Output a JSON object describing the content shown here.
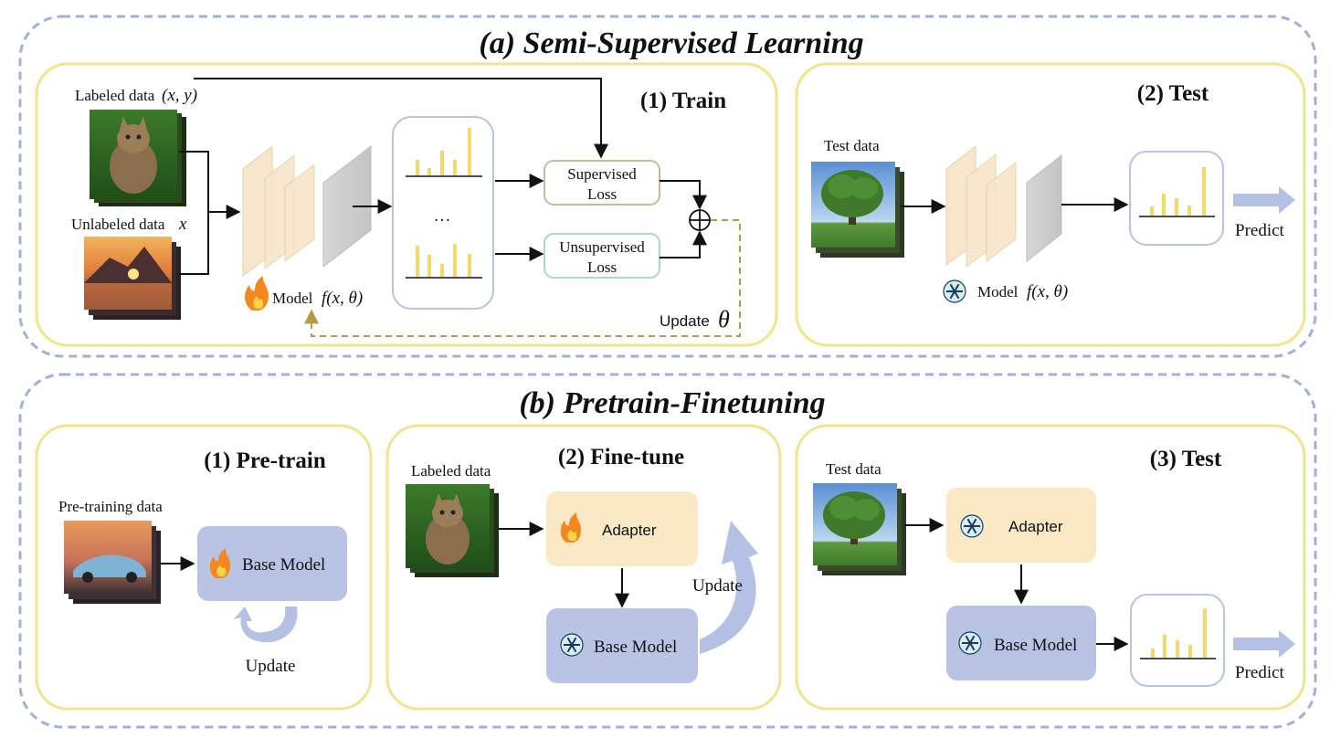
{
  "sections": {
    "ssl_title": "(a) Semi-Supervised Learning",
    "pf_title": "(b) Pretrain-Finetuning"
  },
  "ssl_train": {
    "title": "(1) Train",
    "labeled_data": "Labeled data",
    "labeled_math": "(x, y)",
    "unlabeled_data": "Unlabeled data",
    "unlabeled_math": "x",
    "model_label": "Model",
    "model_math": "f(x, θ)",
    "ellipsis": "…",
    "supervised_line1": "Supervised",
    "supervised_line2": "Loss",
    "unsupervised_line1": "Unsupervised",
    "unsupervised_line2": "Loss",
    "update_label": "Update",
    "update_math": "θ"
  },
  "ssl_test": {
    "title": "(2) Test",
    "test_data": "Test data",
    "model_label": "Model",
    "model_math": "f(x, θ)",
    "predict": "Predict"
  },
  "pf_pretrain": {
    "title": "(1) Pre-train",
    "data_label": "Pre-training data",
    "base_model": "Base Model",
    "update": "Update"
  },
  "pf_finetune": {
    "title": "(2) Fine-tune",
    "data_label": "Labeled data",
    "adapter": "Adapter",
    "base_model": "Base Model",
    "update": "Update"
  },
  "pf_test": {
    "title": "(3) Test",
    "data_label": "Test data",
    "adapter": "Adapter",
    "base_model": "Base Model",
    "predict": "Predict"
  },
  "colors": {
    "outer_border": "#9fb0dc",
    "panel_border": "#f3e48a",
    "bar": "#f4d86a",
    "adapter_fill": "#fbe8c4",
    "base_fill": "#b9c3e3",
    "update_dash": "#b39a45",
    "arrow_fill": "#b4c0e4"
  }
}
